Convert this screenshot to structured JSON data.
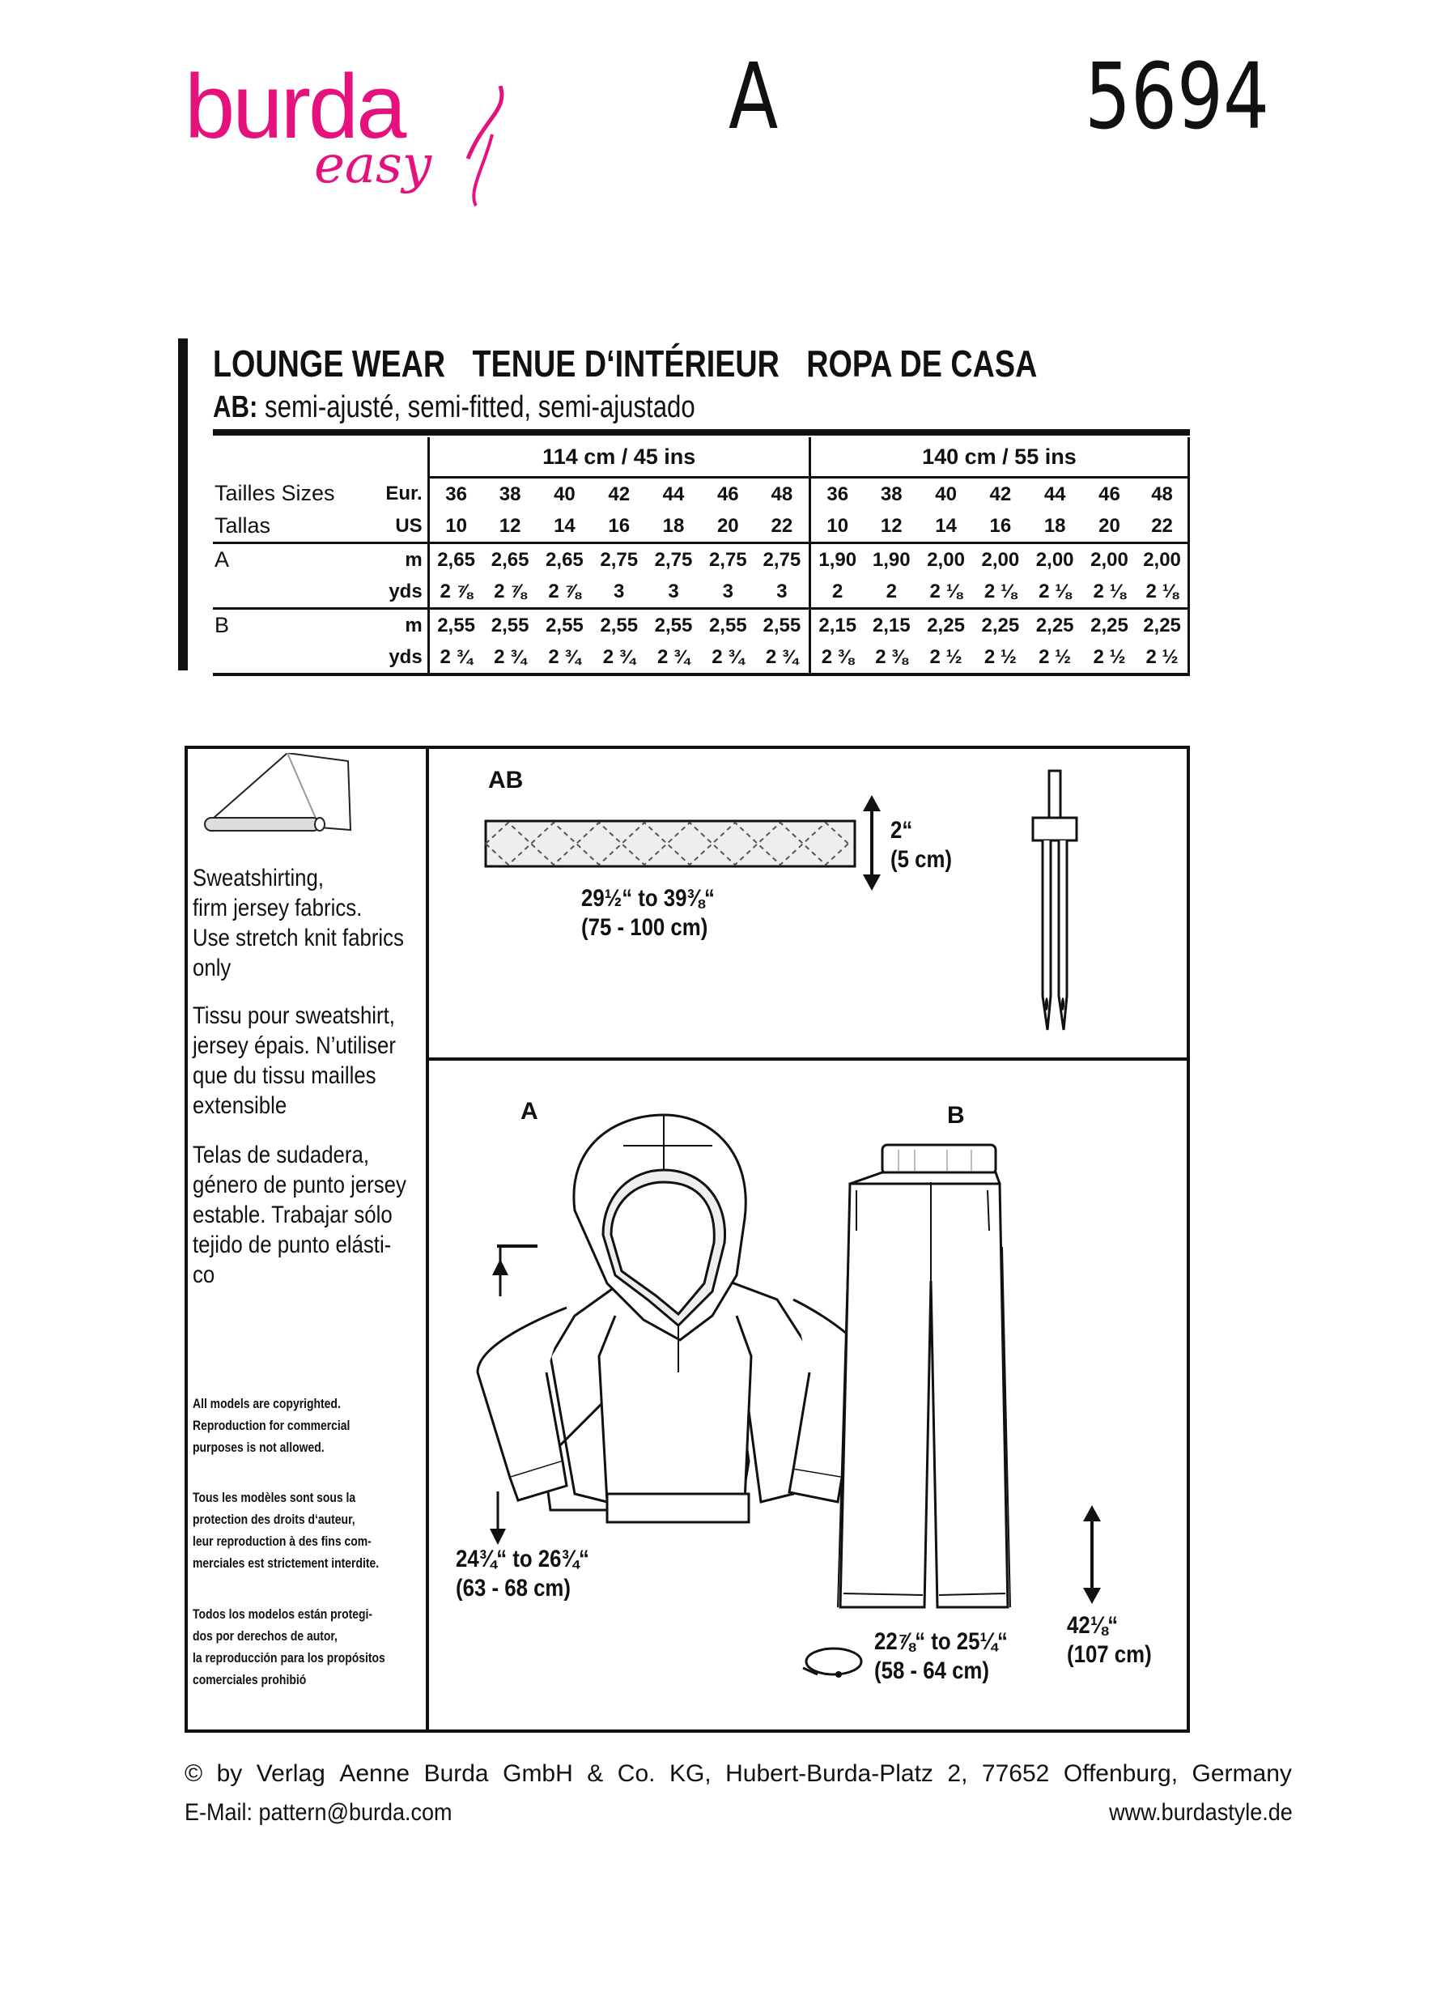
{
  "header": {
    "brand": "burda",
    "brand_sub": "easy",
    "view_letter": "A",
    "pattern_number": "5694"
  },
  "title": {
    "parts": [
      "LOUNGE WEAR",
      "TENUE D‘INTÉRIEUR",
      "ROPA DE CASA"
    ],
    "fit_prefix": "AB:",
    "fit_text": " semi-ajusté, semi-fitted, semi-ajustado"
  },
  "yardage": {
    "width_headers": [
      "114 cm / 45 ins",
      "140 cm / 55 ins"
    ],
    "size_label_1": "Tailles   Sizes",
    "size_label_2": "Tallas",
    "eur_label": "Eur.",
    "us_label": "US",
    "eur_sizes": [
      "36",
      "38",
      "40",
      "42",
      "44",
      "46",
      "48",
      "36",
      "38",
      "40",
      "42",
      "44",
      "46",
      "48"
    ],
    "us_sizes": [
      "10",
      "12",
      "14",
      "16",
      "18",
      "20",
      "22",
      "10",
      "12",
      "14",
      "16",
      "18",
      "20",
      "22"
    ],
    "rows": [
      {
        "view": "A",
        "m": [
          "2,65",
          "2,65",
          "2,65",
          "2,75",
          "2,75",
          "2,75",
          "2,75",
          "1,90",
          "1,90",
          "2,00",
          "2,00",
          "2,00",
          "2,00",
          "2,00"
        ],
        "yds": [
          "2 ⅞",
          "2 ⅞",
          "2 ⅞",
          "3",
          "3",
          "3",
          "3",
          "2",
          "2",
          "2 ⅛",
          "2 ⅛",
          "2 ⅛",
          "2 ⅛",
          "2 ⅛"
        ]
      },
      {
        "view": "B",
        "m": [
          "2,55",
          "2,55",
          "2,55",
          "2,55",
          "2,55",
          "2,55",
          "2,55",
          "2,15",
          "2,15",
          "2,25",
          "2,25",
          "2,25",
          "2,25",
          "2,25"
        ],
        "yds": [
          "2 ¾",
          "2 ¾",
          "2 ¾",
          "2 ¾",
          "2 ¾",
          "2 ¾",
          "2 ¾",
          "2 ⅜",
          "2 ⅜",
          "2 ½",
          "2 ½",
          "2 ½",
          "2 ½",
          "2 ½"
        ]
      }
    ],
    "unit_m": "m",
    "unit_yds": "yds"
  },
  "fabric_notes": {
    "en": [
      "Sweatshirting,",
      "firm jersey fabrics.",
      "Use stretch knit fabrics",
      "only"
    ],
    "fr": [
      "Tissu pour sweatshirt,",
      "jersey épais. N’utiliser",
      "que du tissu mailles",
      "extensible"
    ],
    "es": [
      "Telas de sudadera,",
      "género de punto jersey",
      "estable. Trabajar sólo",
      "tejido de punto elásti-",
      "co"
    ]
  },
  "copyright_notes": {
    "en": [
      "All models are copyrighted.",
      "Reproduction for commercial",
      "purposes is not allowed."
    ],
    "fr": [
      "Tous les modèles sont sous la",
      "protection des droits d‘auteur,",
      "leur reproduction à des fins com-",
      "merciales est strictement interdite."
    ],
    "es": [
      "Todos los modelos están protegi-",
      "dos por derechos de autor,",
      "la reproducción para los propósitos",
      "comerciales prohibió"
    ]
  },
  "notions": {
    "label": "AB",
    "tape_length": "29½“ to 39⅜“",
    "tape_length_cm": "(75 - 100 cm)",
    "tape_width": "2“",
    "tape_width_cm": "(5 cm)"
  },
  "garments": {
    "a_label": "A",
    "b_label": "B",
    "a_length": "24¾“ to 26¾“",
    "a_length_cm": "(63 - 68 cm)",
    "b_waist": "22⅞“ to 25¼“",
    "b_waist_cm": "(58 - 64 cm)",
    "b_inseam": "42⅛“",
    "b_inseam_cm": "(107 cm)"
  },
  "footer": {
    "copyright_words": [
      "©",
      "by",
      "Verlag",
      "Aenne",
      "Burda",
      "GmbH",
      "&",
      "Co.",
      "KG,",
      "Hubert-Burda-Platz",
      "2,",
      "77652",
      "Offenburg,",
      "Germany"
    ],
    "email": "E-Mail: pattern@burda.com",
    "website": "www.burdastyle.de"
  }
}
